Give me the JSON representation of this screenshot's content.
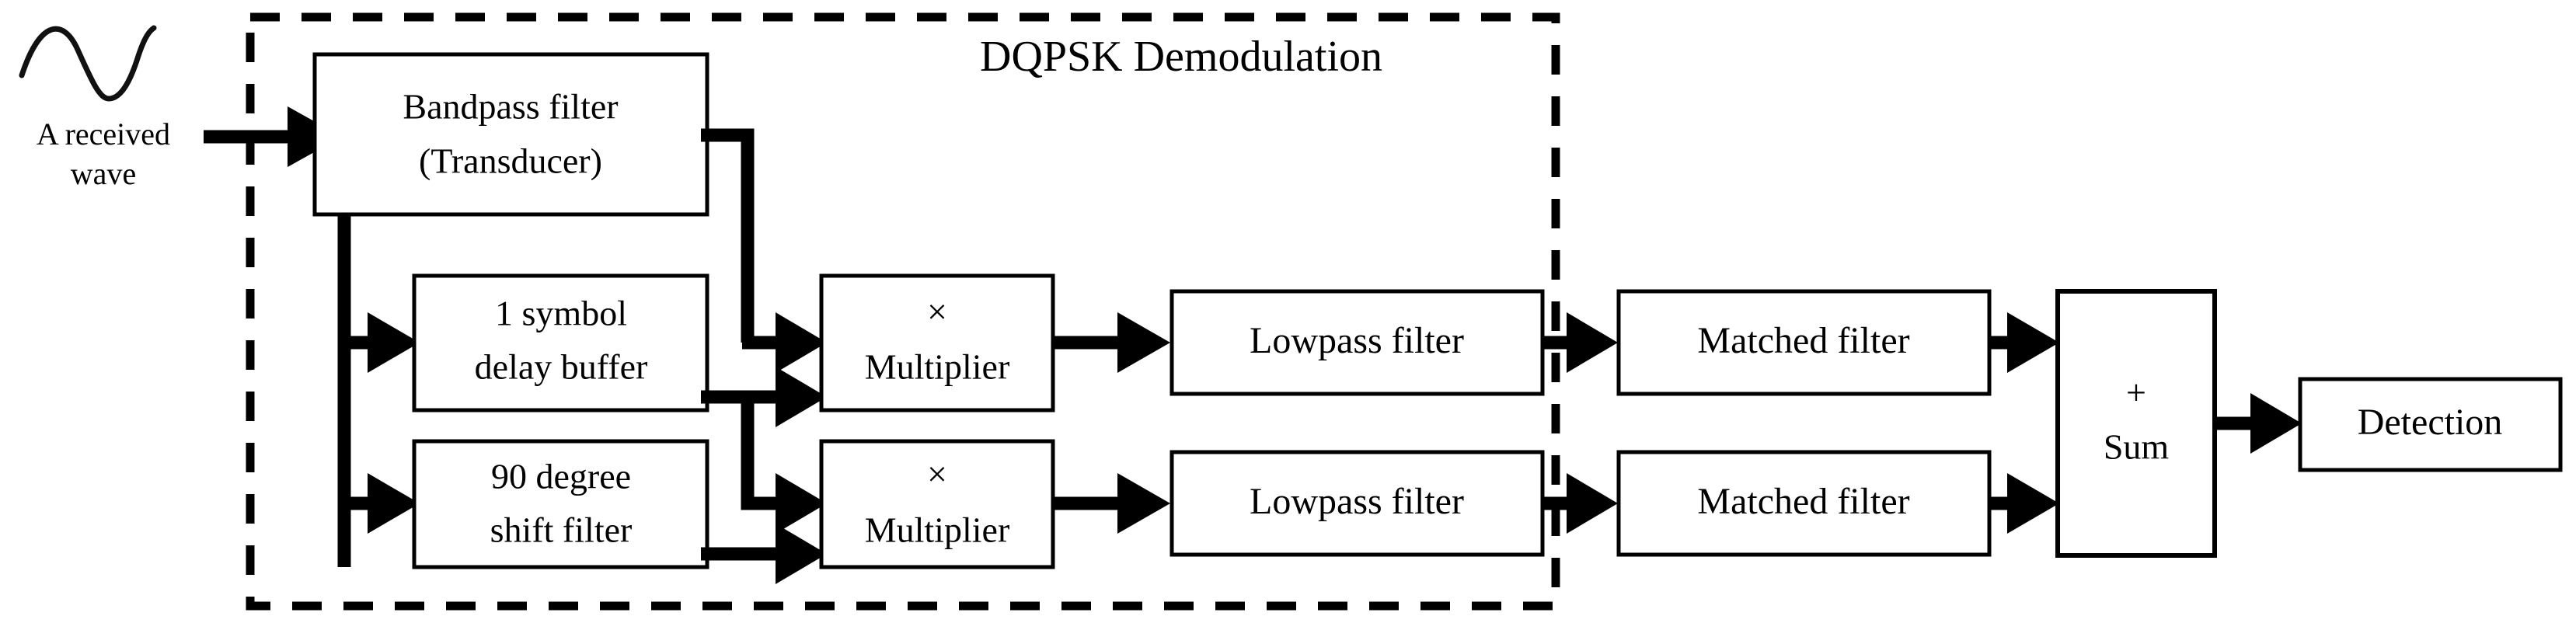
{
  "diagram": {
    "title": "DQPSK Demodulation",
    "input": {
      "caption_line1": "A received",
      "caption_line2": "wave",
      "icon": "sine-wave-icon"
    },
    "blocks": {
      "bandpass": {
        "line1": "Bandpass filter",
        "line2": "(Transducer)"
      },
      "delay": {
        "line1": "1 symbol",
        "line2": "delay buffer"
      },
      "shift": {
        "line1": "90 degree",
        "line2": "shift filter"
      },
      "multiplier_top": {
        "line1": "×",
        "line2": "Multiplier"
      },
      "multiplier_bottom": {
        "line1": "×",
        "line2": "Multiplier"
      },
      "lowpass_top": {
        "line1": "Lowpass filter"
      },
      "lowpass_bottom": {
        "line1": "Lowpass filter"
      },
      "matched_top": {
        "line1": "Matched filter"
      },
      "matched_bottom": {
        "line1": "Matched filter"
      },
      "sum": {
        "line1": "+",
        "line2": "Sum"
      },
      "detection": {
        "line1": "Detection"
      }
    },
    "colors": {
      "stroke": "#000000",
      "fill": "#ffffff",
      "background": "#ffffff"
    }
  }
}
